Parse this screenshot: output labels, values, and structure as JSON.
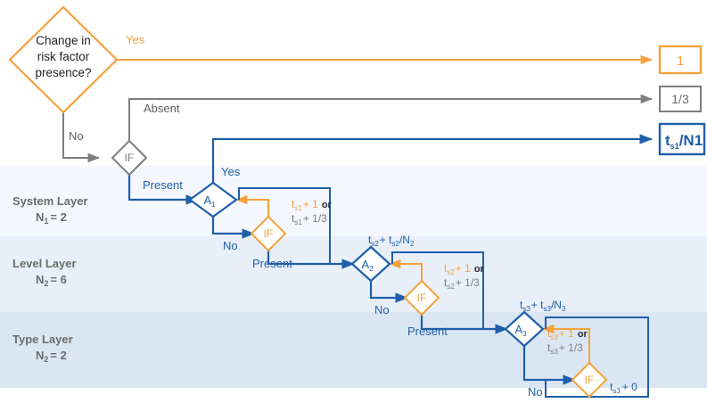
{
  "diagram": {
    "title": "Risk factor presence change decision flowchart",
    "colors": {
      "orange": "#f5a23c",
      "orange_dark": "#ef9123",
      "blue": "#1f5fa9",
      "gray": "#7c7d80",
      "gray_text": "#5f6063",
      "band1": "#f4f7fd",
      "band2": "#e8eff9",
      "band3": "#dbe6f3"
    },
    "start_node": {
      "name": "change-in-risk-factor-presence",
      "line1": "Change in",
      "line2": "risk factor",
      "line3": "presence?"
    },
    "bands": [
      {
        "name": "system-layer",
        "title": "System Layer",
        "n_label": "N",
        "n_sub": "1",
        "n_value": "= 2"
      },
      {
        "name": "level-layer",
        "title": "Level Layer",
        "n_label": "N",
        "n_sub": "2",
        "n_value": "= 6"
      },
      {
        "name": "type-layer",
        "title": "Type Layer",
        "n_label": "N",
        "n_sub": "2",
        "n_value": "= 2"
      }
    ],
    "edge_labels": {
      "yes_top": "Yes",
      "no_start": "No",
      "absent": "Absent",
      "present_1": "Present",
      "present_2": "Present",
      "present_3": "Present",
      "yes_a1": "Yes",
      "no_a1": "No",
      "no_a2": "No",
      "no_a3": "No"
    },
    "decision_nodes": [
      {
        "name": "if-node-1",
        "label": "IF",
        "color": "gray"
      },
      {
        "name": "if-node-2",
        "label": "IF",
        "color": "orange"
      },
      {
        "name": "if-node-3",
        "label": "IF",
        "color": "orange"
      },
      {
        "name": "if-node-4",
        "label": "IF",
        "color": "orange"
      }
    ],
    "accumulator_nodes": [
      {
        "name": "accumulator-a1",
        "label": "A",
        "sub": "1"
      },
      {
        "name": "accumulator-a2",
        "label": "A",
        "sub": "2"
      },
      {
        "name": "accumulator-a3",
        "label": "A",
        "sub": "3"
      }
    ],
    "output_boxes": [
      {
        "name": "output-box-one",
        "text": "1",
        "color": "orange"
      },
      {
        "name": "output-box-one-third",
        "text": "1/3",
        "color": "gray"
      },
      {
        "name": "output-box-ts1-n1",
        "prefix": "t",
        "sub": "s1",
        "suffix": "/N1",
        "color": "blue"
      }
    ],
    "formulas": [
      {
        "name": "formula-group-1",
        "orange_prefix": "t",
        "orange_sub": "s1",
        "orange_rest": "+ 1",
        "or_word": "or",
        "gray_prefix": "t",
        "gray_sub": "s1",
        "gray_rest": "+ 1/3"
      },
      {
        "name": "formula-group-2",
        "orange_prefix": "t",
        "orange_sub": "s2",
        "orange_rest": "+ 1",
        "or_word": "or",
        "gray_prefix": "t",
        "gray_sub": "s2",
        "gray_rest": "+ 1/3"
      },
      {
        "name": "formula-group-3",
        "orange_prefix": "t",
        "orange_sub": "s3",
        "orange_rest": "+ 1",
        "or_word": "or",
        "gray_prefix": "t",
        "gray_sub": "s3",
        "gray_rest": "+ 1/3"
      }
    ],
    "sum_labels": [
      {
        "name": "sum-label-s2",
        "p1": "t",
        "s1": "s2",
        "mid": "+ t",
        "s2": "s2",
        "tail": "/N",
        "s3": "2"
      },
      {
        "name": "sum-label-s3",
        "p1": "t",
        "s1": "s3",
        "mid": "+ t",
        "s2": "s3",
        "tail": "/N",
        "s3": "3"
      }
    ],
    "terminal_label": {
      "name": "terminal-ts3-plus-zero",
      "prefix": "t",
      "sub": "s3",
      "rest": "+ 0"
    }
  }
}
